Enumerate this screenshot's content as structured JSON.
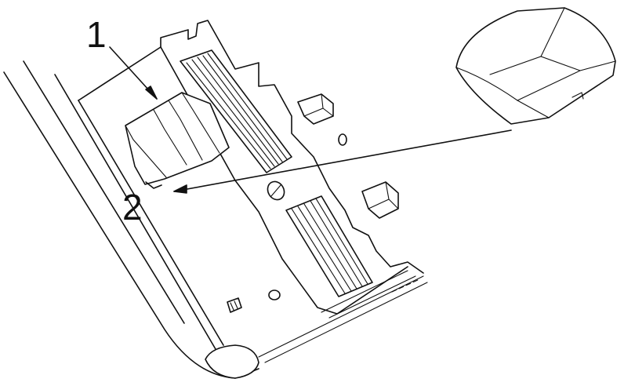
{
  "figure": {
    "callouts": [
      {
        "id": "1",
        "text": "1"
      },
      {
        "id": "2",
        "text": "2"
      }
    ],
    "line_color": "#111111",
    "background": "#ffffff"
  }
}
